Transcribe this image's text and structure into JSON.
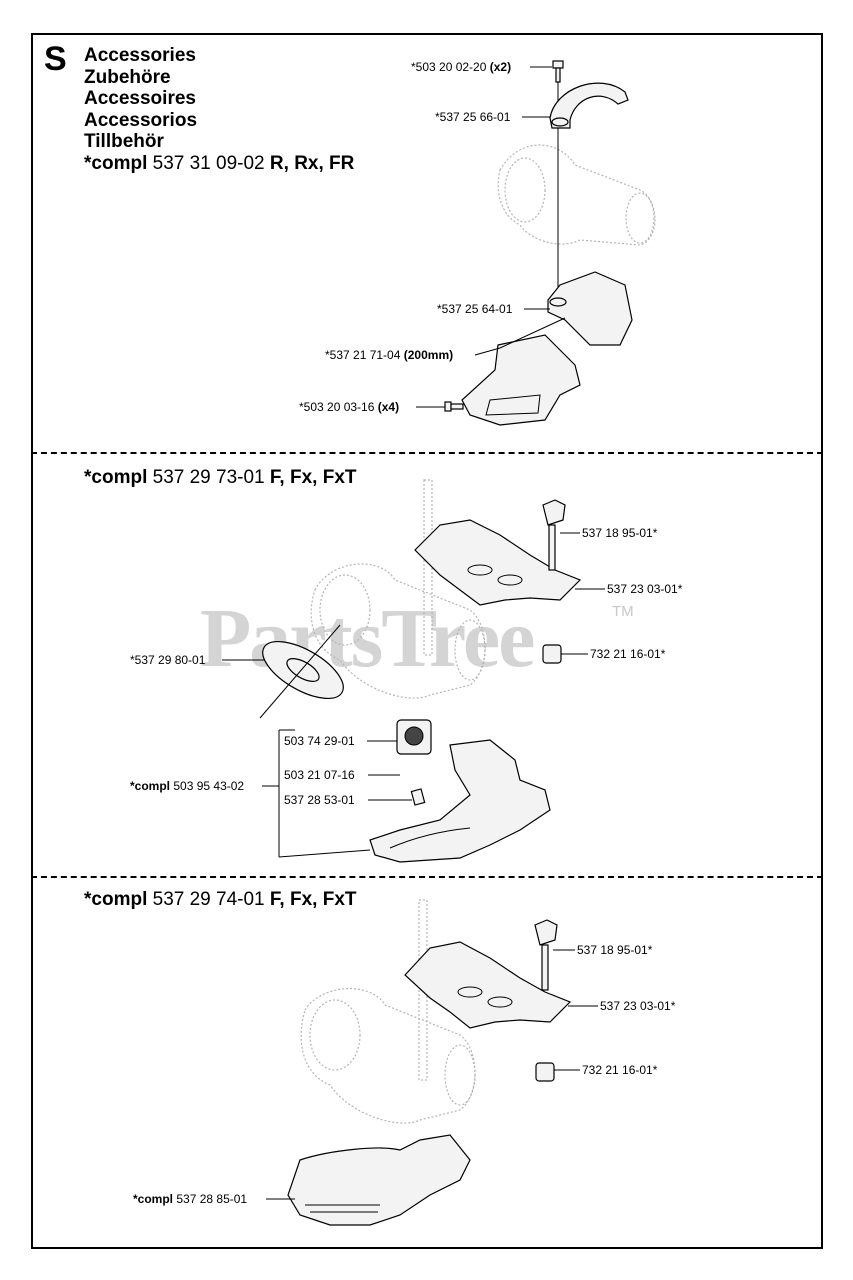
{
  "section": {
    "letter": "S",
    "titles": [
      "Accessories",
      "Zubehöre",
      "Accessoires",
      "Accessorios",
      "Tillbehör"
    ],
    "compl_prefix": "*compl",
    "compl_number": "537 31 09-02",
    "compl_models": "R, Rx, FR"
  },
  "set1": {
    "labels": {
      "screw_top": "*503 20 02-20",
      "screw_top_qty": "(x2)",
      "clamp_top": "*537 25 66-01",
      "clamp_bottom": "*537 25 64-01",
      "guard": "*537 21 71-04",
      "guard_size": "(200mm)",
      "screw_guard": "*503 20 03-16",
      "screw_guard_qty": "(x4)"
    }
  },
  "set2": {
    "title_prefix": "*compl",
    "title_number": "537 29 73-01",
    "title_models": "F, Fx, FxT",
    "labels": {
      "screw": "537 18 95-01*",
      "bracket": "537 23 03-01*",
      "nut": "732 21 16-01*",
      "washer": "*537 29 80-01",
      "decal": "503 74 29-01",
      "screw_small": "503 21 07-16",
      "knife": "537 28 53-01",
      "compl_prefix": "*compl",
      "compl_number": "503 95 43-02"
    }
  },
  "set3": {
    "title_prefix": "*compl",
    "title_number": "537 29 74-01",
    "title_models": "F, Fx, FxT",
    "labels": {
      "screw": "537 18 95-01*",
      "bracket": "537 23 03-01*",
      "nut": "732 21 16-01*",
      "compl_prefix": "*compl",
      "compl_number": "537 28 85-01"
    }
  },
  "watermark": "PartsTree",
  "trademark": "TM"
}
